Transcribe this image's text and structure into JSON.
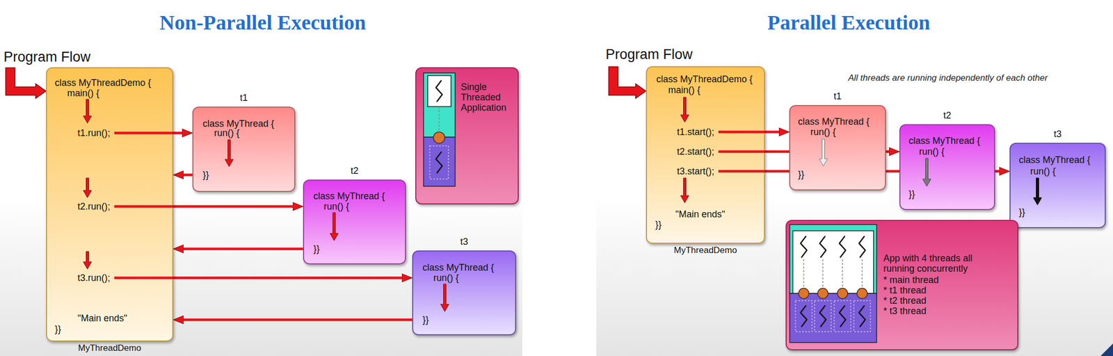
{
  "diagram": {
    "nodes": [
      {
        "text": [
          "class MyThreadDemo {",
          "main() {",
          "t1.run();",
          "t2.run();",
          "t3.run();",
          "\"Main ends\"",
          "}}",
          "MyThreadDemo"
        ]
      },
      {
        "text": [
          "t1",
          "class MyThread {",
          "run() {",
          "}}"
        ]
      },
      {
        "text": [
          "t2",
          "class MyThread {",
          "run() {",
          "}}"
        ]
      },
      {
        "text": [
          "t3",
          "class MyThread {",
          "run() {",
          "}}"
        ]
      },
      {
        "text": [
          "Single Threaded Application"
        ]
      },
      {
        "text": [
          "class MyThreadDemo {",
          "main() {",
          "t1.start();",
          "t2.start();",
          "t3.start();",
          "\"Main ends\"",
          "}}",
          "MyThreadDemo"
        ]
      },
      {
        "text": [
          "t1",
          "class MyThread {",
          "run() {",
          "}}"
        ]
      },
      {
        "text": [
          "t2",
          "class MyThread {",
          "run() {",
          "}}"
        ]
      },
      {
        "text": [
          "t3",
          "class MyThread {",
          "run() {",
          "}}"
        ]
      },
      {
        "text": [
          "App with 4 threads all running concurrently",
          "* main thread",
          "* t1 thread",
          "* t2 thread",
          "* t3 thread"
        ]
      }
    ],
    "edges": [
      {
        "from": 0,
        "to": 1,
        "arrow": "to"
      },
      {
        "from": 1,
        "to": 0,
        "arrow": "to"
      },
      {
        "from": 0,
        "to": 2,
        "arrow": "to"
      },
      {
        "from": 2,
        "to": 0,
        "arrow": "to"
      },
      {
        "from": 0,
        "to": 3,
        "arrow": "to"
      },
      {
        "from": 3,
        "to": 0,
        "arrow": "to"
      },
      {
        "from": 5,
        "to": 6,
        "arrow": "to"
      },
      {
        "from": 5,
        "to": 7,
        "arrow": "to"
      },
      {
        "from": 5,
        "to": 8,
        "arrow": "to"
      }
    ],
    "labels": [
      "Non-Parallel Execution",
      "Parallel Execution",
      "Program Flow",
      "Program Flow",
      "All threads are running independently of each other"
    ]
  }
}
